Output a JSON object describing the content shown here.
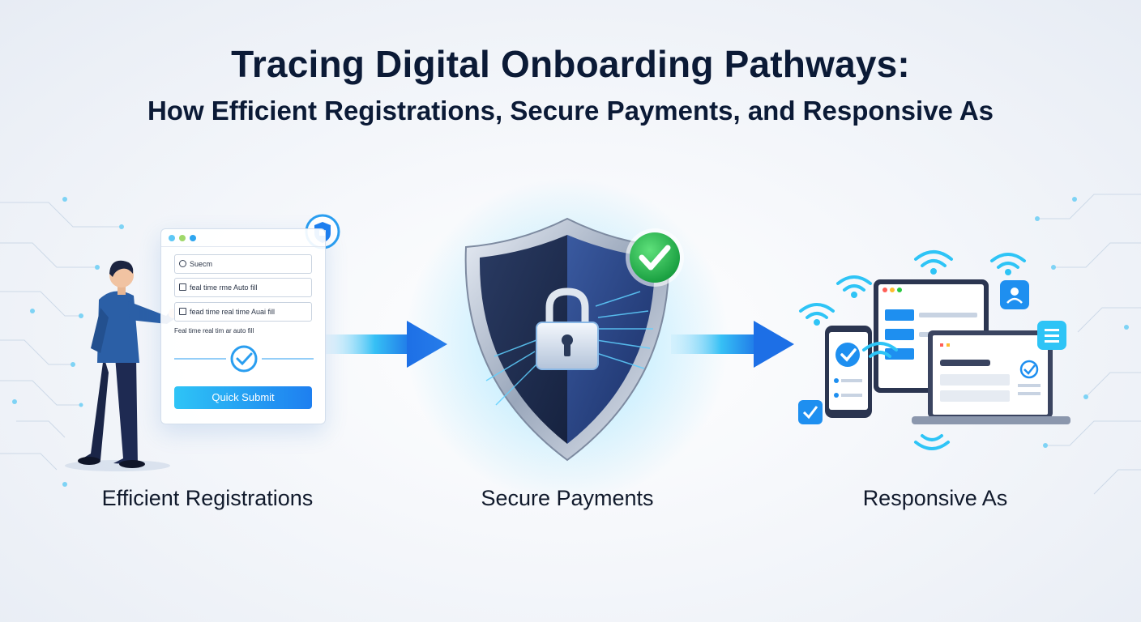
{
  "title": {
    "main": "Tracing Digital Onboarding Pathways:",
    "subtitle": "How Efficient Registrations, Secure Payments, and Responsive As"
  },
  "stages": [
    {
      "caption": "Efficient Registrations",
      "icon": "registration-form-icon"
    },
    {
      "caption": "Secure Payments",
      "icon": "shield-lock-icon"
    },
    {
      "caption": "Responsive As",
      "icon": "multi-device-icon"
    }
  ],
  "form": {
    "fields": [
      {
        "text": "Suecm",
        "icon": "search-icon"
      },
      {
        "text": "feal time rme Auto fill",
        "icon": "checkbox-icon"
      },
      {
        "text": "fead time real time Auai fill",
        "icon": "checkbox-icon"
      }
    ],
    "note": "Feal time real tim ar auto fill",
    "submit_label": "Quick Submit"
  },
  "colors": {
    "accent_blue": "#1e7ff0",
    "accent_cyan": "#2ec4f6",
    "success_green": "#22b14c",
    "navy": "#0b1a36",
    "shield_dark": "#1c2a4d"
  }
}
